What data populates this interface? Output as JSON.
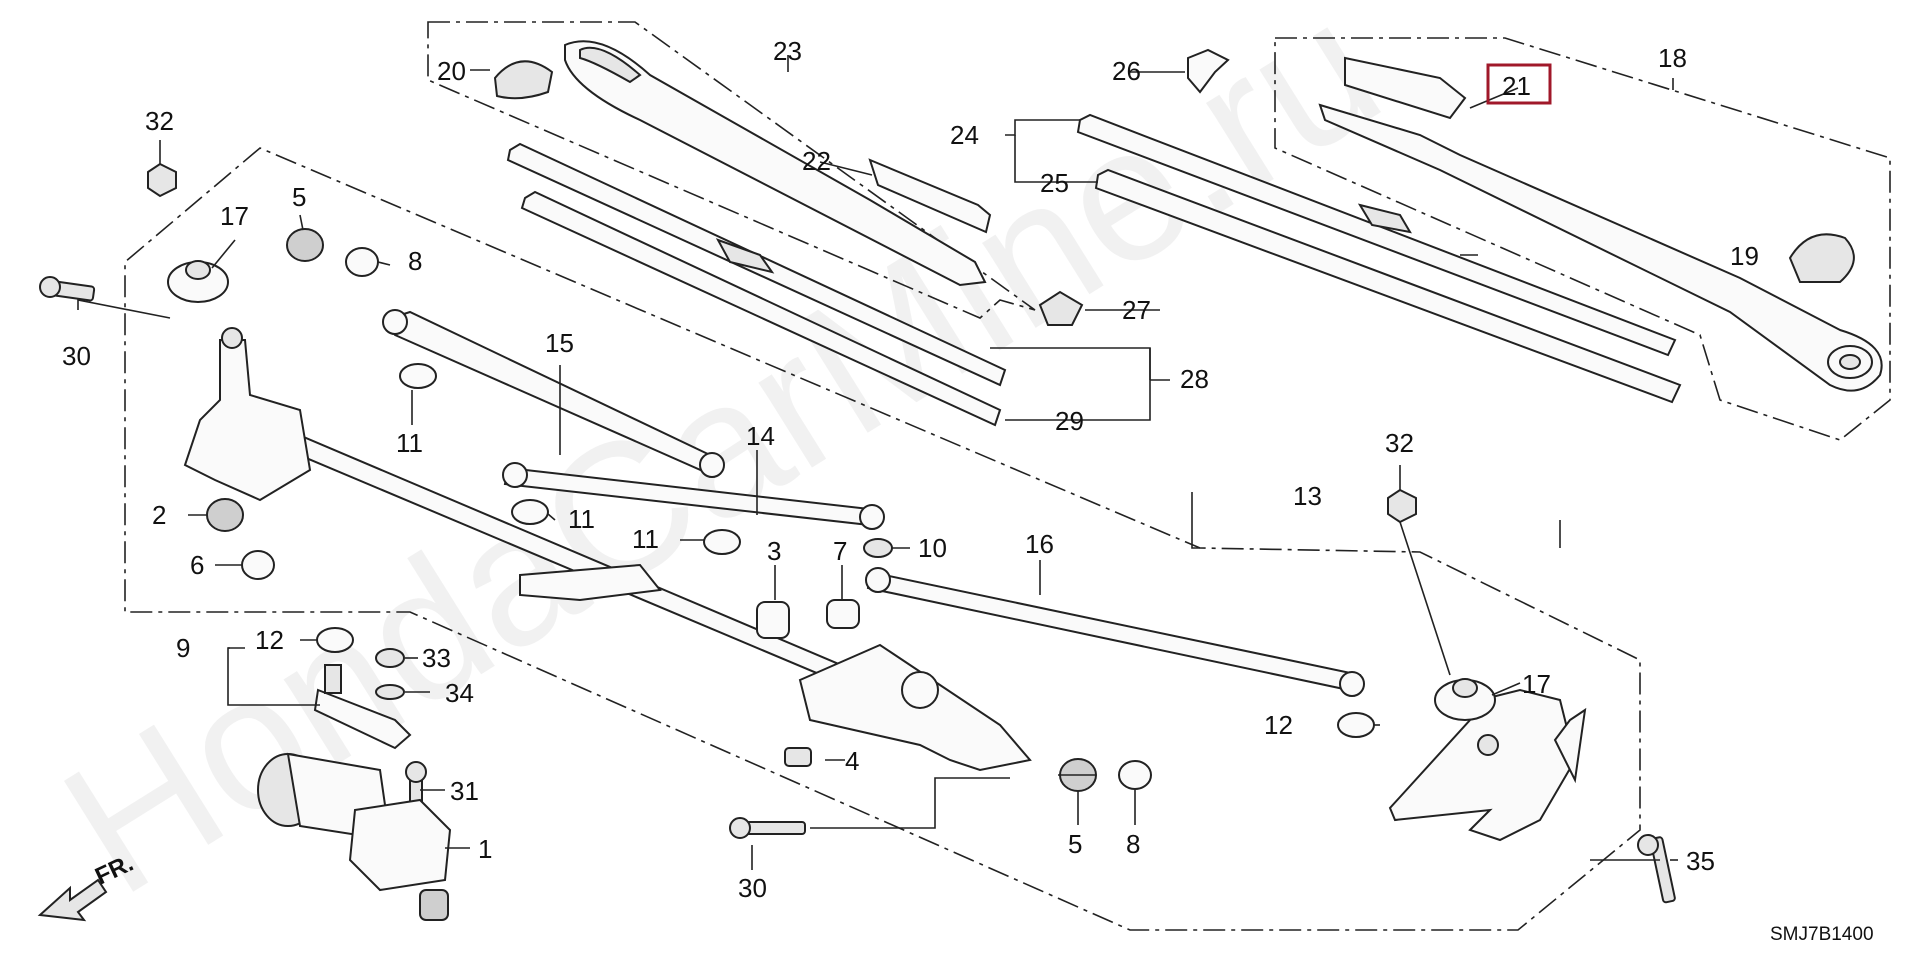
{
  "diagram_code": "SMJ7B1400",
  "direction_label": "FR.",
  "watermark": "HondaCarMine.ru",
  "highlighted_callout": "21",
  "colors": {
    "highlight_box": "#a0182a",
    "line": "#222222",
    "watermark": "#d9d9d9"
  },
  "callouts": {
    "c1": "1",
    "c2": "2",
    "c3": "3",
    "c4": "4",
    "c5a": "5",
    "c5b": "5",
    "c6": "6",
    "c7": "7",
    "c8a": "8",
    "c8b": "8",
    "c9": "9",
    "c10": "10",
    "c11a": "11",
    "c11b": "11",
    "c11c": "11",
    "c12a": "12",
    "c12b": "12",
    "c13": "13",
    "c14": "14",
    "c15": "15",
    "c16": "16",
    "c17a": "17",
    "c17b": "17",
    "c18": "18",
    "c19": "19",
    "c20": "20",
    "c21": "21",
    "c22": "22",
    "c23": "23",
    "c24": "24",
    "c25": "25",
    "c26": "26",
    "c27": "27",
    "c28": "28",
    "c29": "29",
    "c30a": "30",
    "c30b": "30",
    "c31": "31",
    "c32a": "32",
    "c32b": "32",
    "c33": "33",
    "c34": "34",
    "c35": "35"
  }
}
